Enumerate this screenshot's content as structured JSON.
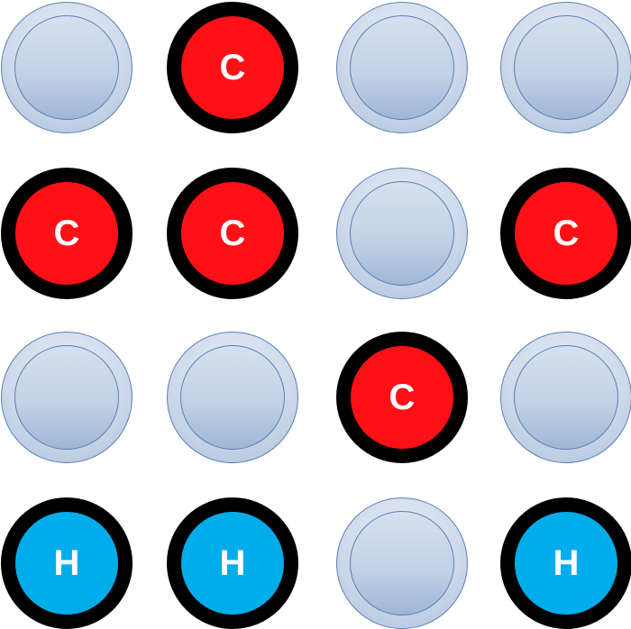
{
  "board": {
    "rows": 4,
    "cols": 4,
    "colors": {
      "red_piece": "#ff1016",
      "blue_piece": "#00adea",
      "piece_border": "#000000",
      "empty_slot": "#cdd9ea"
    },
    "cells": [
      [
        {
          "state": "empty",
          "label": ""
        },
        {
          "state": "red",
          "label": "C"
        },
        {
          "state": "empty",
          "label": ""
        },
        {
          "state": "empty",
          "label": ""
        }
      ],
      [
        {
          "state": "red",
          "label": "C"
        },
        {
          "state": "red",
          "label": "C"
        },
        {
          "state": "empty",
          "label": ""
        },
        {
          "state": "red",
          "label": "C"
        }
      ],
      [
        {
          "state": "empty",
          "label": ""
        },
        {
          "state": "empty",
          "label": ""
        },
        {
          "state": "red",
          "label": "C"
        },
        {
          "state": "empty",
          "label": ""
        }
      ],
      [
        {
          "state": "blue",
          "label": "H"
        },
        {
          "state": "blue",
          "label": "H"
        },
        {
          "state": "empty",
          "label": ""
        },
        {
          "state": "blue",
          "label": "H"
        }
      ]
    ]
  }
}
